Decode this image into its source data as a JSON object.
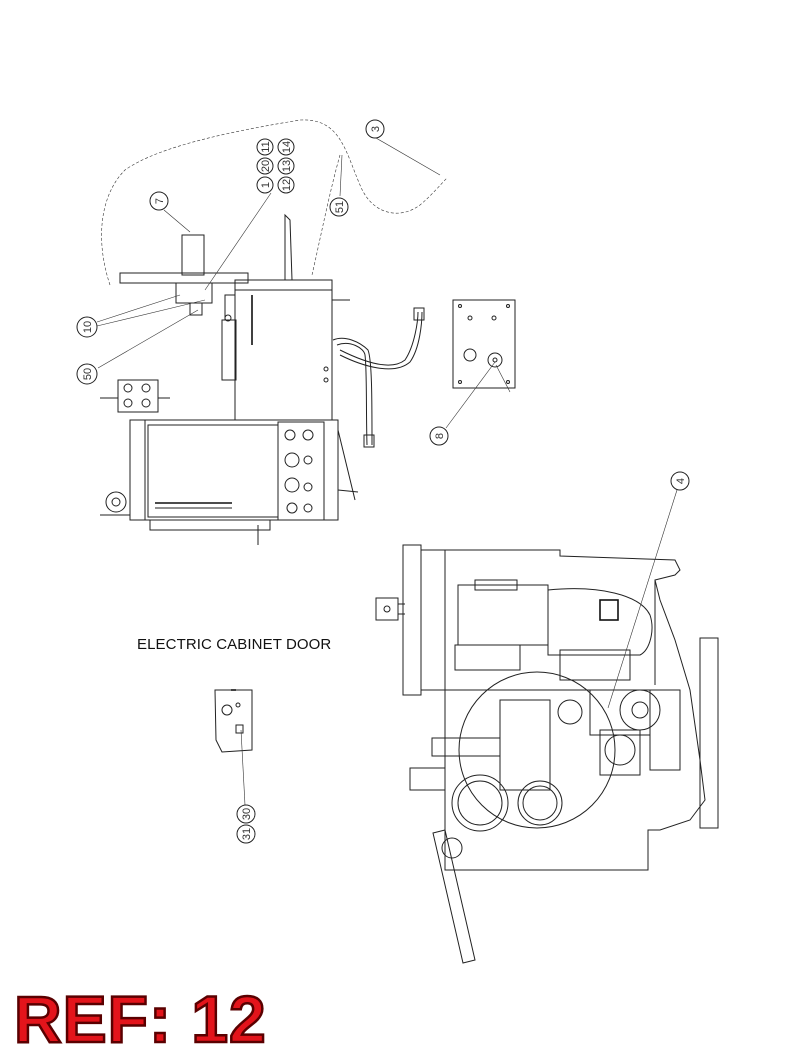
{
  "caption": "ELECTRIC CABINET DOOR",
  "ref_label": "REF: 12",
  "callouts": [
    "1",
    "20",
    "11",
    "12",
    "13",
    "14",
    "3",
    "7",
    "51",
    "10",
    "50",
    "8",
    "4",
    "31",
    "30"
  ],
  "colors": {
    "ref_fill": "#e3141b",
    "ref_outline": "#5a0000",
    "line": "#222222"
  }
}
